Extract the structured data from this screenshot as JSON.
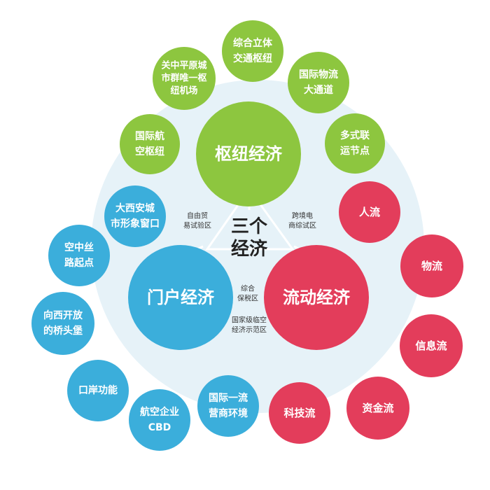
{
  "colors": {
    "green": "#8DC63F",
    "blue": "#3BAEDB",
    "red": "#E33D5B",
    "halo": "#E6F2F8",
    "divider": "#FFFFFF"
  },
  "center": {
    "lines": [
      "三个",
      "经济"
    ]
  },
  "hubs": {
    "hub": {
      "lines": [
        "枢纽经济"
      ]
    },
    "gateway": {
      "lines": [
        "门户经济"
      ]
    },
    "flow": {
      "lines": [
        "流动经济"
      ]
    }
  },
  "bridges": {
    "ziyou": {
      "lines": [
        "自由贸",
        "易试验区"
      ]
    },
    "kuajing": {
      "lines": [
        "跨境电",
        "商综试区"
      ]
    },
    "zonghe": {
      "lines": [
        "综合",
        "保税区"
      ]
    },
    "guojia": {
      "lines": [
        "国家级临空",
        "经济示范区"
      ]
    }
  },
  "satellites": {
    "green": [
      {
        "id": "zonghe-liti",
        "lines": [
          "综合立体",
          "交通枢纽"
        ]
      },
      {
        "id": "guanzhong",
        "lines": [
          "关中平原城",
          "市群唯一枢",
          "纽机场"
        ]
      },
      {
        "id": "guoji-wuliu",
        "lines": [
          "国际物流",
          "大通道"
        ]
      },
      {
        "id": "guoji-hang",
        "lines": [
          "国际航",
          "空枢纽"
        ]
      },
      {
        "id": "duoshi",
        "lines": [
          "多式联",
          "运节点"
        ]
      }
    ],
    "blue": [
      {
        "id": "daxian",
        "lines": [
          "大西安城",
          "市形象窗口"
        ]
      },
      {
        "id": "kongzhong",
        "lines": [
          "空中丝",
          "路起点"
        ]
      },
      {
        "id": "xiangxi",
        "lines": [
          "向西开放",
          "的桥头堡"
        ]
      },
      {
        "id": "kouan",
        "lines": [
          "口岸功能"
        ]
      },
      {
        "id": "hangkong-cbd",
        "lines": [
          "航空企业",
          "CBD"
        ]
      },
      {
        "id": "guoji-yiliu",
        "lines": [
          "国际一流",
          "营商环境"
        ]
      }
    ],
    "red": [
      {
        "id": "renliu",
        "lines": [
          "人流"
        ]
      },
      {
        "id": "wuliu",
        "lines": [
          "物流"
        ]
      },
      {
        "id": "xinxi",
        "lines": [
          "信息流"
        ]
      },
      {
        "id": "zijin",
        "lines": [
          "资金流"
        ]
      },
      {
        "id": "keji",
        "lines": [
          "科技流"
        ]
      }
    ]
  }
}
